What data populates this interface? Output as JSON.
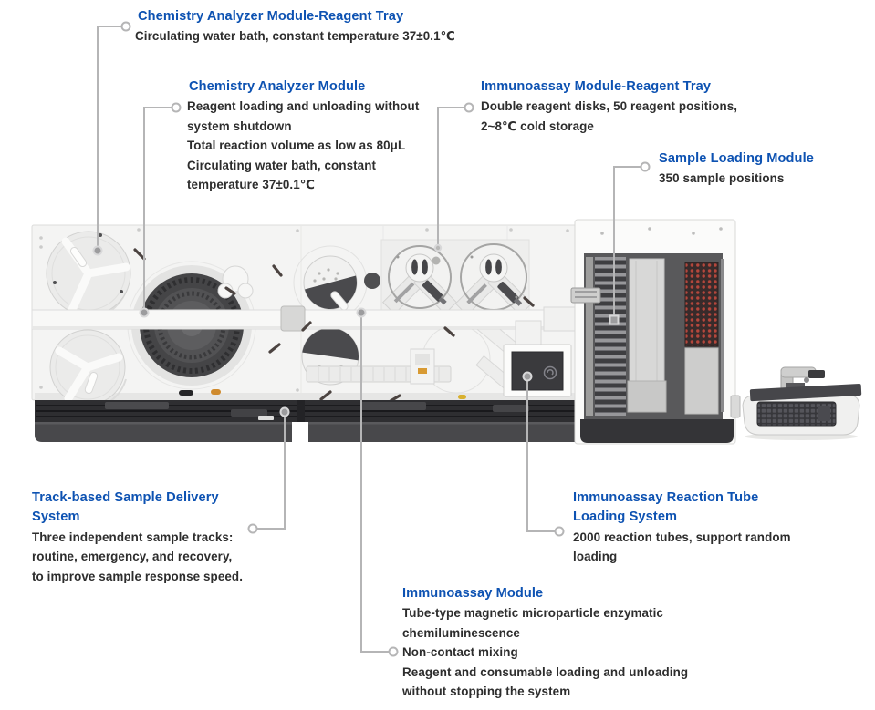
{
  "colors": {
    "title_blue": "#0d52b2",
    "body_text": "#2d2d2d",
    "leader_gray": "#b5b5b6",
    "background": "#ffffff"
  },
  "callouts": [
    {
      "id": "chemistry-reagent-tray",
      "title_lines": [
        "Chemistry Analyzer Module-Reagent Tray"
      ],
      "body_lines": [
        "Circulating water bath, constant temperature 37±0.1℃"
      ]
    },
    {
      "id": "chemistry-module",
      "title_lines": [
        "Chemistry Analyzer Module"
      ],
      "body_lines": [
        "Reagent loading and unloading without",
        "system shutdown",
        "Total reaction volume as low as 80μL",
        "Circulating water bath, constant",
        "temperature 37±0.1℃"
      ]
    },
    {
      "id": "immunoassay-reagent-tray",
      "title_lines": [
        "Immunoassay Module-Reagent Tray"
      ],
      "body_lines": [
        "Double reagent disks, 50 reagent positions,",
        "2~8℃ cold storage"
      ]
    },
    {
      "id": "sample-loading-module",
      "title_lines": [
        "Sample Loading Module"
      ],
      "body_lines": [
        "350 sample positions"
      ]
    },
    {
      "id": "track-sample-delivery",
      "title_lines": [
        "Track-based Sample Delivery",
        "System"
      ],
      "body_lines": [
        "Three independent sample tracks:",
        "routine, emergency, and recovery,",
        "to improve sample response speed."
      ]
    },
    {
      "id": "reaction-tube-loading",
      "title_lines": [
        "Immunoassay Reaction Tube",
        "Loading System"
      ],
      "body_lines": [
        "2000 reaction tubes, support random",
        "loading"
      ]
    },
    {
      "id": "immunoassay-module",
      "title_lines": [
        "Immunoassay Module"
      ],
      "body_lines": [
        "Tube-type magnetic microparticle enzymatic",
        "chemiluminescence",
        "Non-contact mixing",
        "Reagent and consumable loading and unloading",
        "without stopping the system"
      ]
    }
  ]
}
